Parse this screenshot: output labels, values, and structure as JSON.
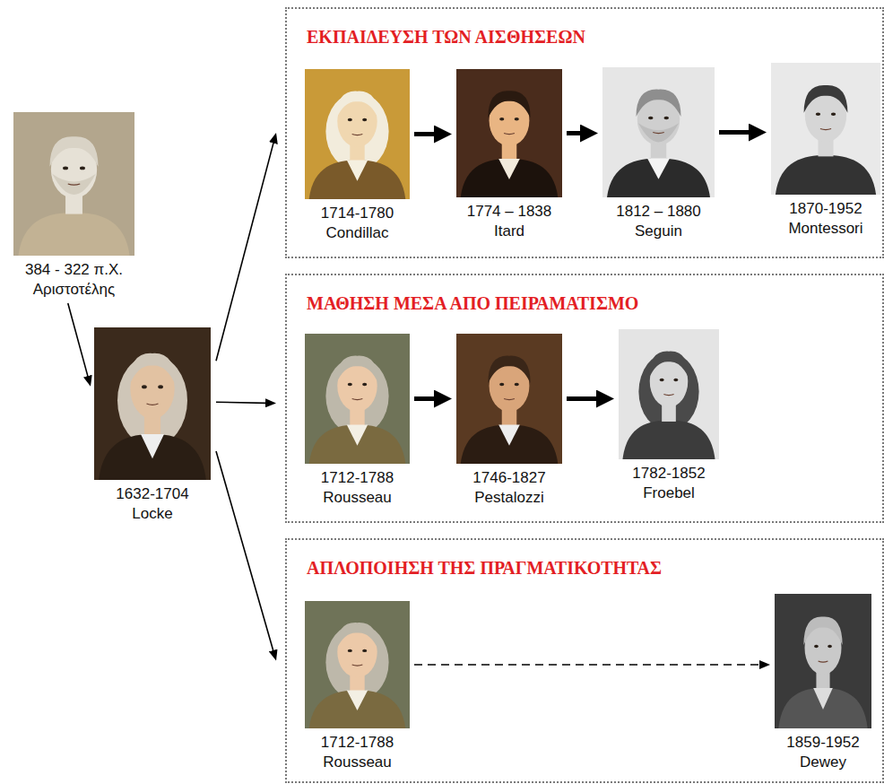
{
  "diagram": {
    "nodes": [
      {
        "text": [
          "384 - 322 π.Χ.",
          "Αριστοτέλης"
        ]
      },
      {
        "text": [
          "1632-1704",
          "Locke"
        ]
      },
      {
        "text": [
          "ΕΚΠΑΙΔΕΥΣΗ ΤΩΝ ΑΙΣΘΗΣΕΩΝ"
        ]
      },
      {
        "text": [
          "1714-1780",
          "Condillac"
        ],
        "in": 2
      },
      {
        "text": [
          "1774 – 1838",
          "Itard"
        ],
        "in": 2
      },
      {
        "text": [
          "1812 – 1880",
          "Seguin"
        ],
        "in": 2
      },
      {
        "text": [
          "1870-1952",
          "Montessori"
        ],
        "in": 2
      },
      {
        "text": [
          "ΜΑΘΗΣΗ ΜΕΣΑ ΑΠΟ ΠΕΙΡΑΜΑΤΙΣΜΟ"
        ]
      },
      {
        "text": [
          "1712-1788",
          "Rousseau"
        ],
        "in": 7
      },
      {
        "text": [
          "1746-1827",
          "Pestalozzi"
        ],
        "in": 7
      },
      {
        "text": [
          "1782-1852",
          "Froebel"
        ],
        "in": 7
      },
      {
        "text": [
          "ΑΠΛΟΠΟΙΗΣΗ ΤΗΣ ΠΡΑΓΜΑΤΙΚΟΤΗΤΑΣ"
        ]
      },
      {
        "text": [
          "1712-1788",
          "Rousseau"
        ],
        "in": 11
      },
      {
        "text": [
          "1859-1952",
          "Dewey"
        ],
        "in": 11
      }
    ],
    "edges": [
      {
        "from": 0,
        "to": 1,
        "arrow": "to"
      },
      {
        "from": 1,
        "to": 2,
        "arrow": "to"
      },
      {
        "from": 1,
        "to": 7,
        "arrow": "to"
      },
      {
        "from": 1,
        "to": 11,
        "arrow": "to"
      },
      {
        "from": 3,
        "to": 4,
        "arrow": "to"
      },
      {
        "from": 4,
        "to": 5,
        "arrow": "to"
      },
      {
        "from": 5,
        "to": 6,
        "arrow": "to"
      },
      {
        "from": 8,
        "to": 9,
        "arrow": "to"
      },
      {
        "from": 9,
        "to": 10,
        "arrow": "to"
      },
      {
        "from": 12,
        "to": 13,
        "arrow": "to"
      }
    ]
  }
}
